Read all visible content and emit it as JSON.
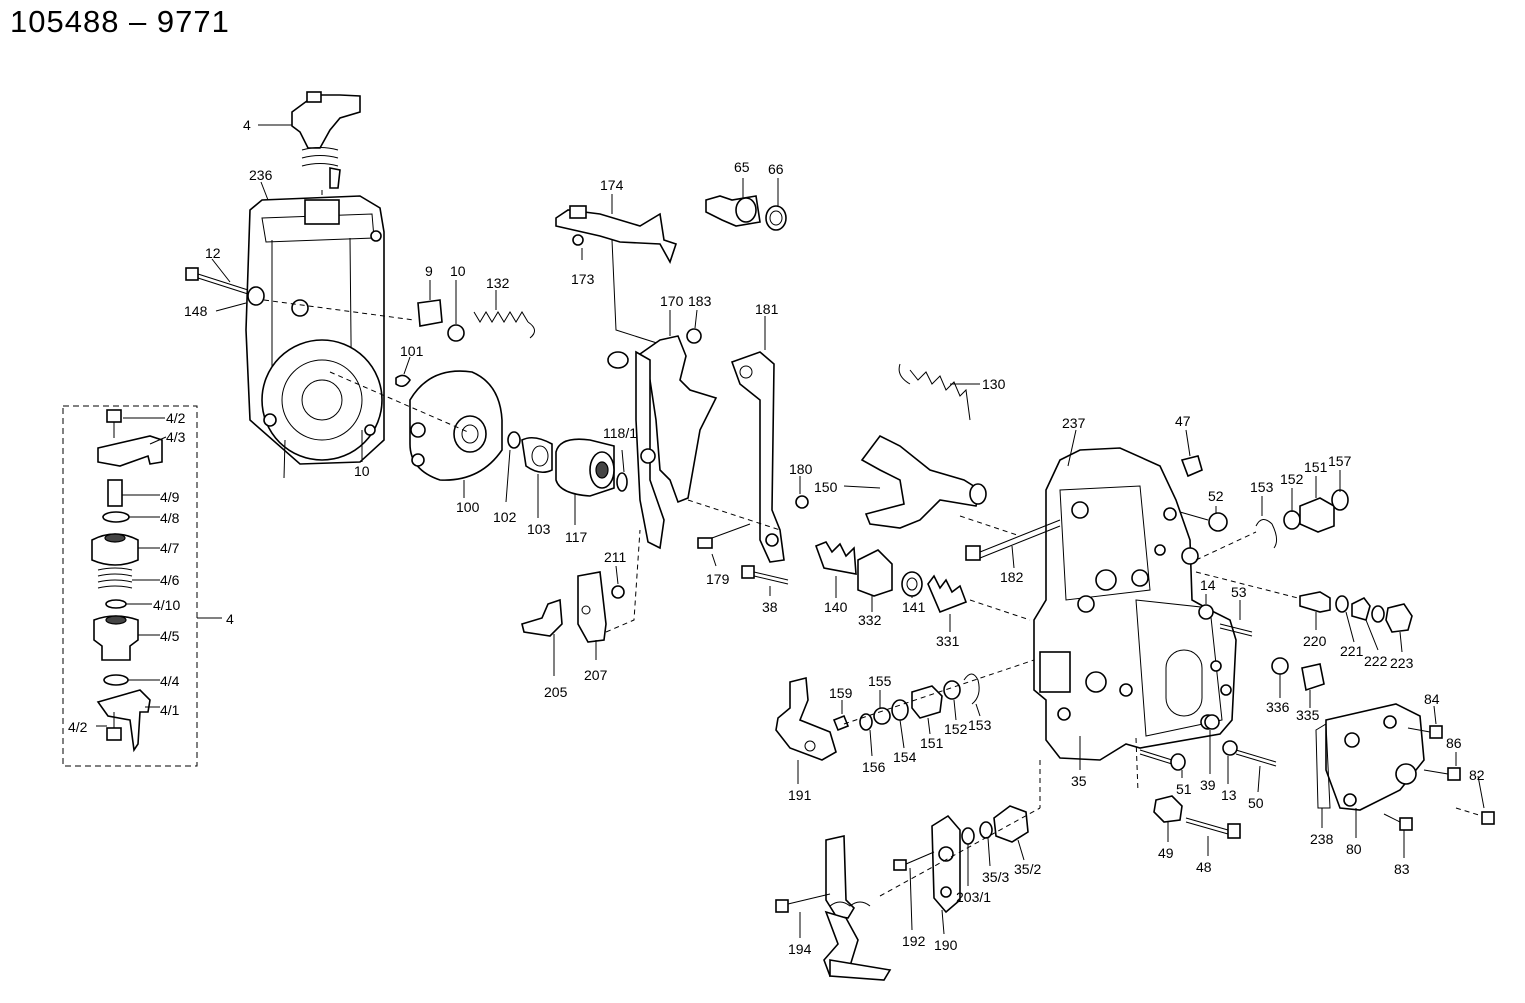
{
  "title": "105488 – 9771",
  "labels": {
    "l4_top": "4",
    "l236": "236",
    "l12": "12",
    "l148": "148",
    "l9": "9",
    "l10a": "10",
    "l132": "132",
    "l101": "101",
    "l10b": "10",
    "l100": "100",
    "l102": "102",
    "l103": "103",
    "l117": "117",
    "l118_1": "118/1",
    "l174": "174",
    "l173": "173",
    "l65": "65",
    "l66": "66",
    "l170": "170",
    "l183": "183",
    "l181": "181",
    "l180": "180",
    "l179": "179",
    "l38": "38",
    "l211": "211",
    "l205": "205",
    "l207": "207",
    "l130": "130",
    "l150": "150",
    "l140": "140",
    "l332": "332",
    "l141": "141",
    "l331": "331",
    "l237": "237",
    "l47": "47",
    "l52": "52",
    "l153a": "153",
    "l152a": "152",
    "l151a": "151",
    "l157": "157",
    "l182": "182",
    "l14": "14",
    "l53": "53",
    "l220": "220",
    "l221": "221",
    "l222": "222",
    "l223": "223",
    "l336": "336",
    "l335": "335",
    "l84": "84",
    "l86": "86",
    "l82": "82",
    "l238": "238",
    "l80": "80",
    "l83": "83",
    "l159": "159",
    "l155": "155",
    "l156": "156",
    "l154": "154",
    "l151b": "151",
    "l152b": "152",
    "l153b": "153",
    "l191": "191",
    "l35": "35",
    "l51": "51",
    "l39": "39",
    "l13": "13",
    "l50": "50",
    "l49": "49",
    "l48": "48",
    "l35_2": "35/2",
    "l35_3": "35/3",
    "l203_1": "203/1",
    "l190": "190",
    "l192": "192",
    "l194": "194",
    "k4_2a": "4/2",
    "k4_3": "4/3",
    "k4_9": "4/9",
    "k4_8": "4/8",
    "k4_7": "4/7",
    "k4_6": "4/6",
    "k4_10": "4/10",
    "k4_5": "4/5",
    "k4_4": "4/4",
    "k4_1": "4/1",
    "k4_2b": "4/2",
    "k4": "4"
  }
}
